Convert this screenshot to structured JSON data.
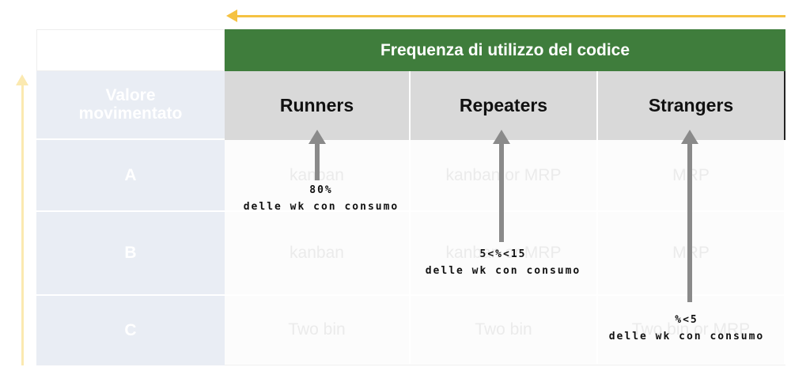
{
  "table": {
    "header": "Frequenza di utilizzo del codice",
    "row_header_title": "Valore\nmovimentato",
    "columns": [
      "Runners",
      "Repeaters",
      "Strangers"
    ],
    "rows": [
      {
        "label": "A",
        "cells": [
          "kanban",
          "kanban or MRP",
          "MRP"
        ]
      },
      {
        "label": "B",
        "cells": [
          "kanban",
          "kanban or MRP",
          "MRP"
        ]
      },
      {
        "label": "C",
        "cells": [
          "Two bin",
          "Two bin",
          "Two bin or MRP"
        ]
      }
    ]
  },
  "annotations": [
    {
      "percent": "80%",
      "text": "delle wk con consumo"
    },
    {
      "percent": "5<%<15",
      "text": "delle wk con consumo"
    },
    {
      "percent": "%<5",
      "text": "delle wk con consumo"
    }
  ],
  "colors": {
    "header_green": "#3f7d3c",
    "arrow_yellow": "#f5c242",
    "column_header_gray": "#d9d9d9",
    "arrow_gray": "#8a8a8a"
  }
}
